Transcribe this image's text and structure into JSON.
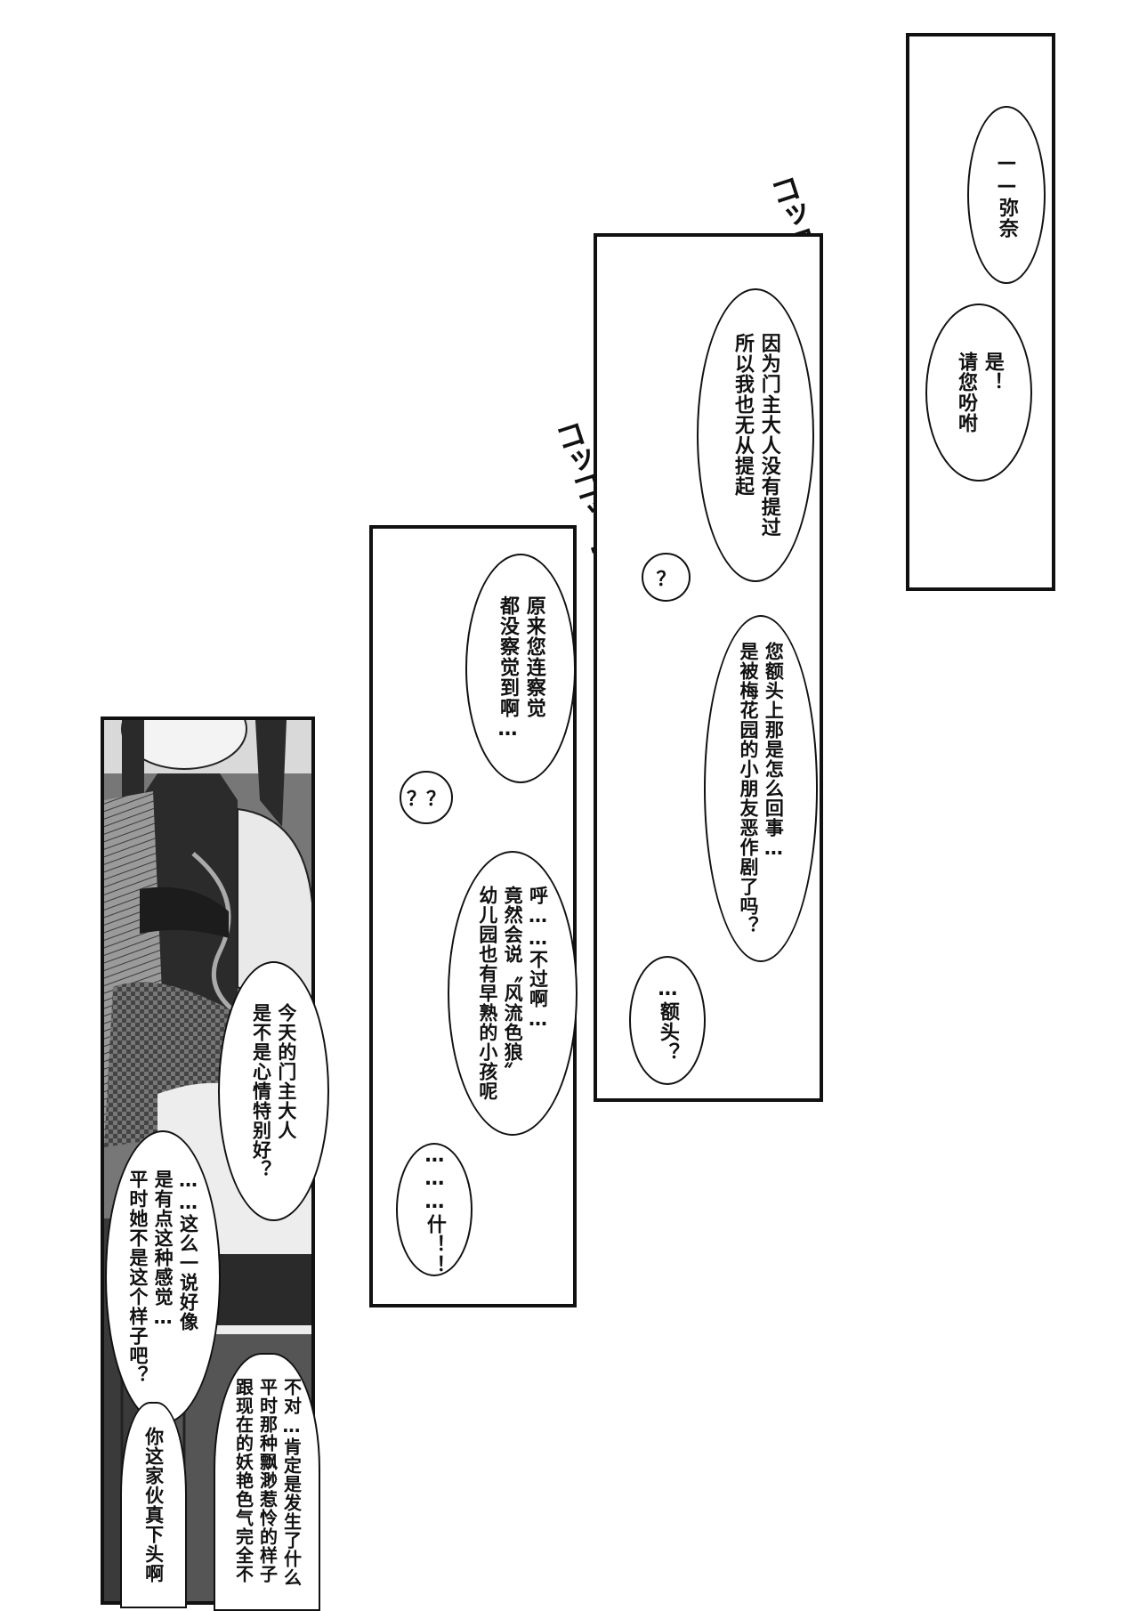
{
  "panels": {
    "p1": {
      "bubble1": "——弥奈",
      "bubble2": "是！\n请您吩咐"
    },
    "p2": {
      "bubble1": "因为门主大人没有提过\n所以我也无从提起",
      "bubble2": "？",
      "bubble3": "您额头上那是怎么回事…\n是被梅花园的小朋友恶作剧了吗？",
      "bubble4": "…额头？"
    },
    "p3": {
      "bubble1": "原来您连察觉\n都没察觉到啊…",
      "bubble2": "？？",
      "bubble3": "呼……不过啊…\n竟然会说〝风流色狼〟\n幼儿园也有早熟的小孩呢",
      "bubble4": "………什！！"
    },
    "p4": {
      "bubble1": "今天的门主大人\n是不是心情特别好？",
      "bubble2": "……这么一说好像\n是有点这种感觉…\n平时她不是这个样子吧？",
      "bubble3": "不对…肯定是发生了什么\n平时那种飘渺惹怜的样子\n跟现在的妖艳色气完全不",
      "bubble4": "你这家伙真下头啊"
    }
  },
  "sfx": {
    "sfx1": "コッコッ",
    "sfx2": "コッコッ…"
  }
}
